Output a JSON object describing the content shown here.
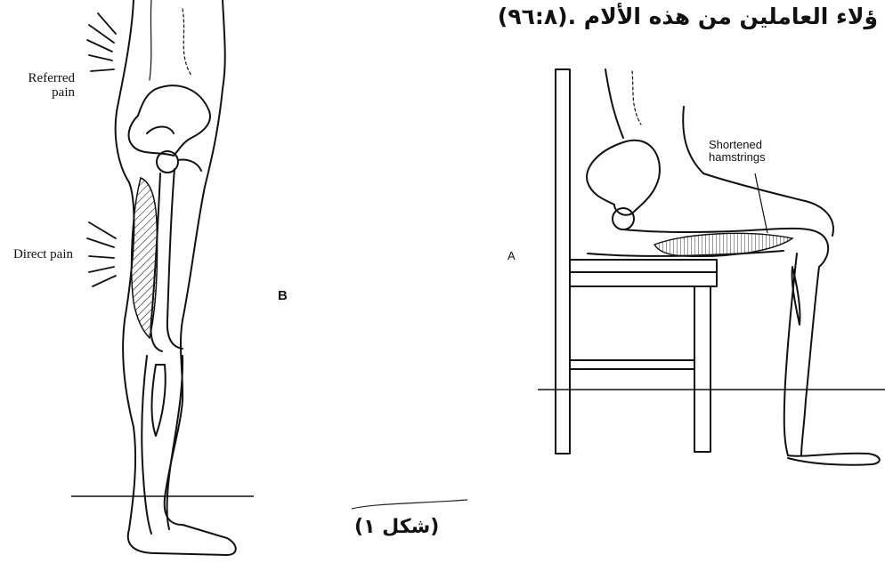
{
  "header": {
    "text": "ؤلاء العاملين من هذه الألام .(٩٦:٨)"
  },
  "figure_b": {
    "label_referred": "Referred pain",
    "label_direct": "Direct pain",
    "panel_letter": "B"
  },
  "figure_a": {
    "label_shortened": "Shortened hamstrings",
    "panel_letter": "A"
  },
  "caption": {
    "text": "(شكل ١)"
  }
}
